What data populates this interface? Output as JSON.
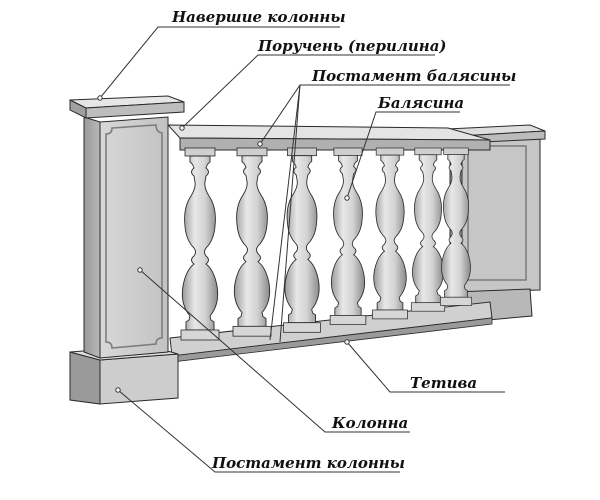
{
  "labels": {
    "column_cap": "Навершие колонны",
    "handrail": "Поручень (перилина)",
    "baluster_base": "Постамент балясины",
    "baluster": "Балясина",
    "stringer": "Тетива",
    "column": "Колонна",
    "column_base": "Постамент колонны"
  },
  "colors": {
    "background": "#ffffff",
    "stone_light": "#e6e6e6",
    "stone_mid": "#c4c4c4",
    "stone_dark": "#8a8a8a",
    "outline": "#2a2a2a",
    "leader_line": "#333333"
  }
}
